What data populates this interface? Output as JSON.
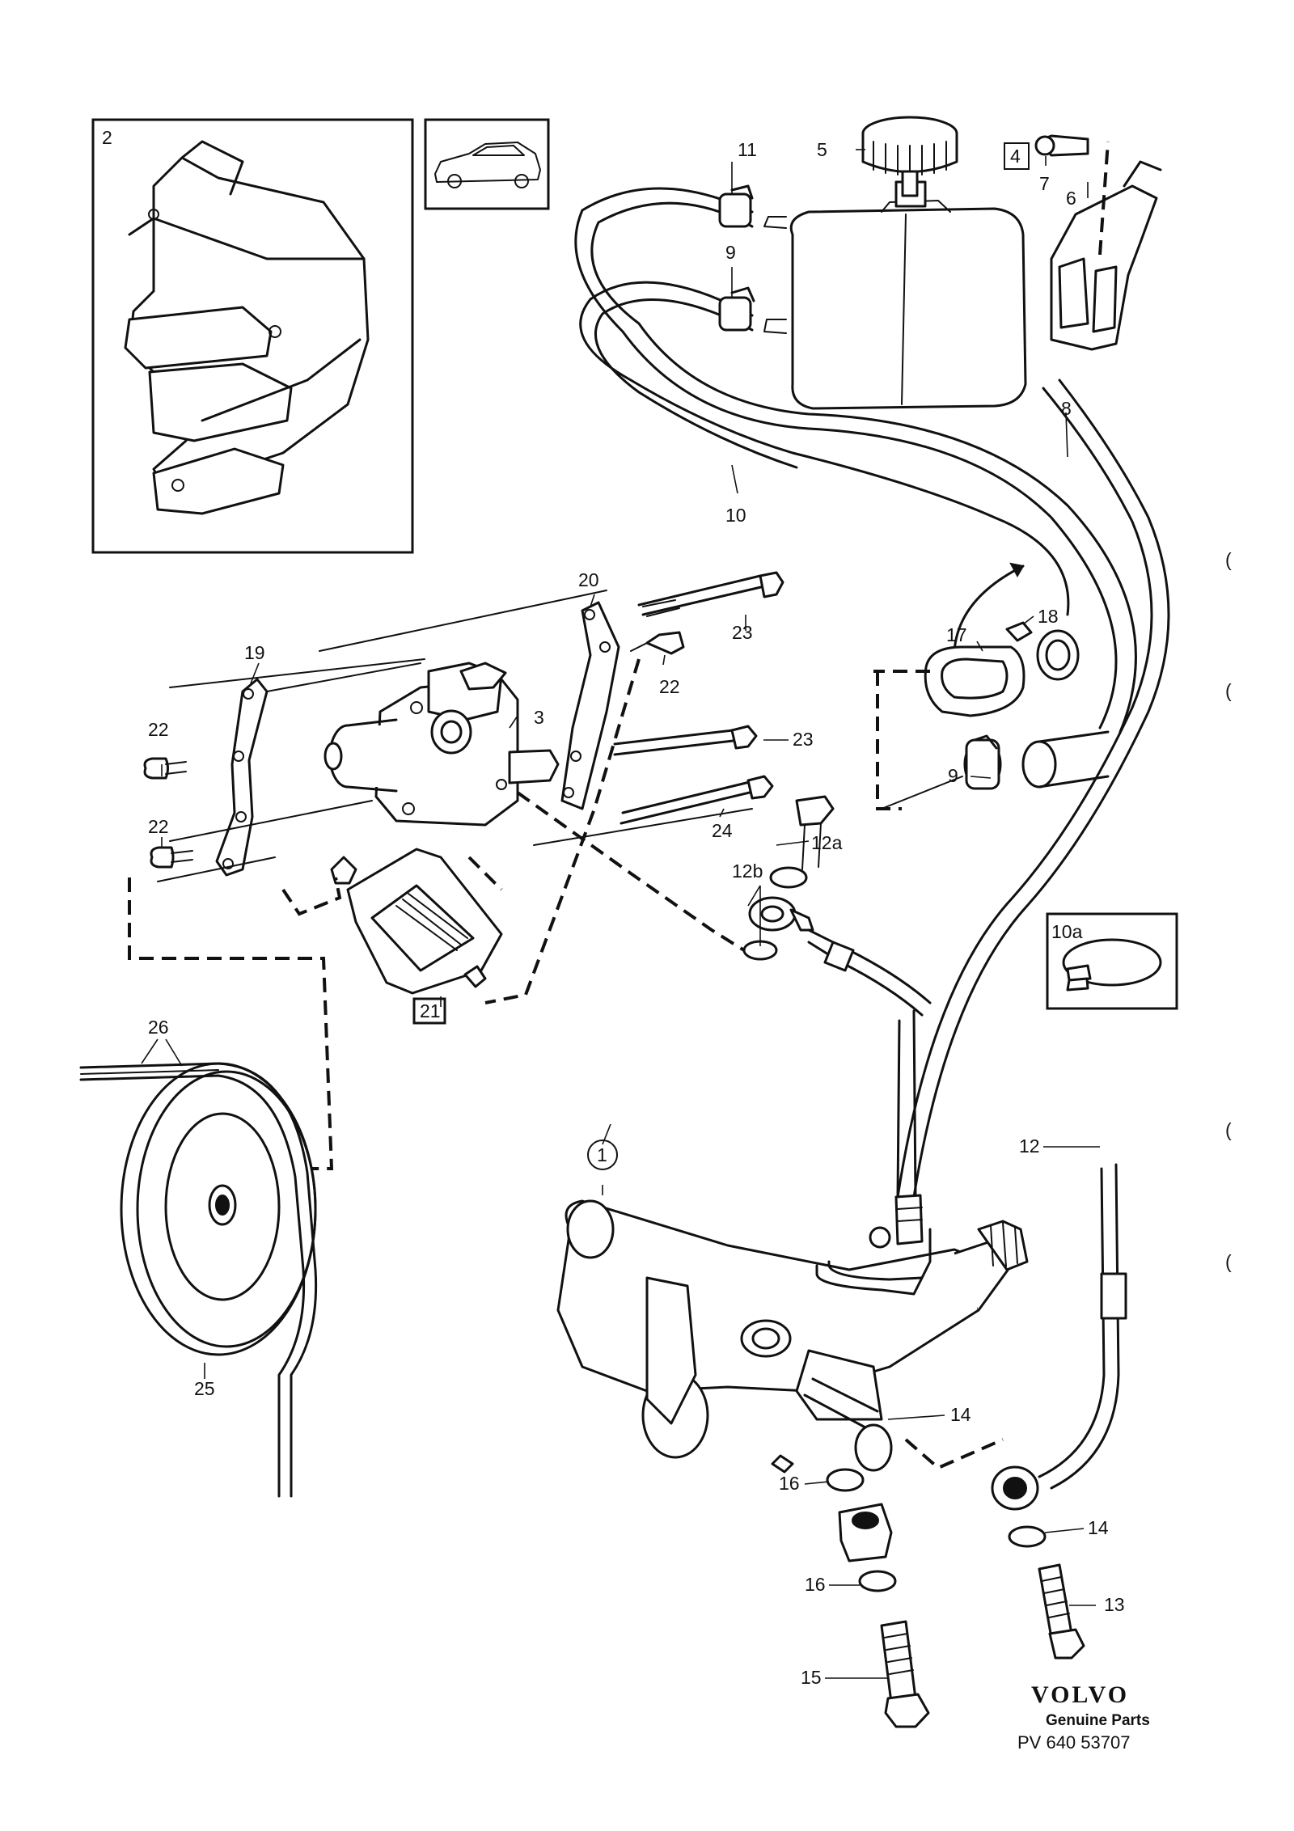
{
  "callouts": {
    "c1": "1",
    "c2": "2",
    "c3": "3",
    "c4": "4",
    "c5": "5",
    "c6": "6",
    "c7": "7",
    "c8": "8",
    "c9a": "9",
    "c9b": "9",
    "c10": "10",
    "c10a": "10a",
    "c11": "11",
    "c12": "12",
    "c12a": "12a",
    "c12b": "12b",
    "c13": "13",
    "c14a": "14",
    "c14b": "14",
    "c15": "15",
    "c16a": "16",
    "c16b": "16",
    "c17": "17",
    "c18": "18",
    "c19": "19",
    "c20": "20",
    "c21": "21",
    "c22a": "22",
    "c22b": "22",
    "c22c": "22",
    "c23a": "23",
    "c23b": "23",
    "c24": "24",
    "c25": "25",
    "c26": "26"
  },
  "brand": {
    "name": "VOLVO",
    "tagline": "Genuine Parts",
    "part_number": "PV  640 53707"
  },
  "margin_marks": [
    "(",
    "(",
    "(",
    "("
  ]
}
